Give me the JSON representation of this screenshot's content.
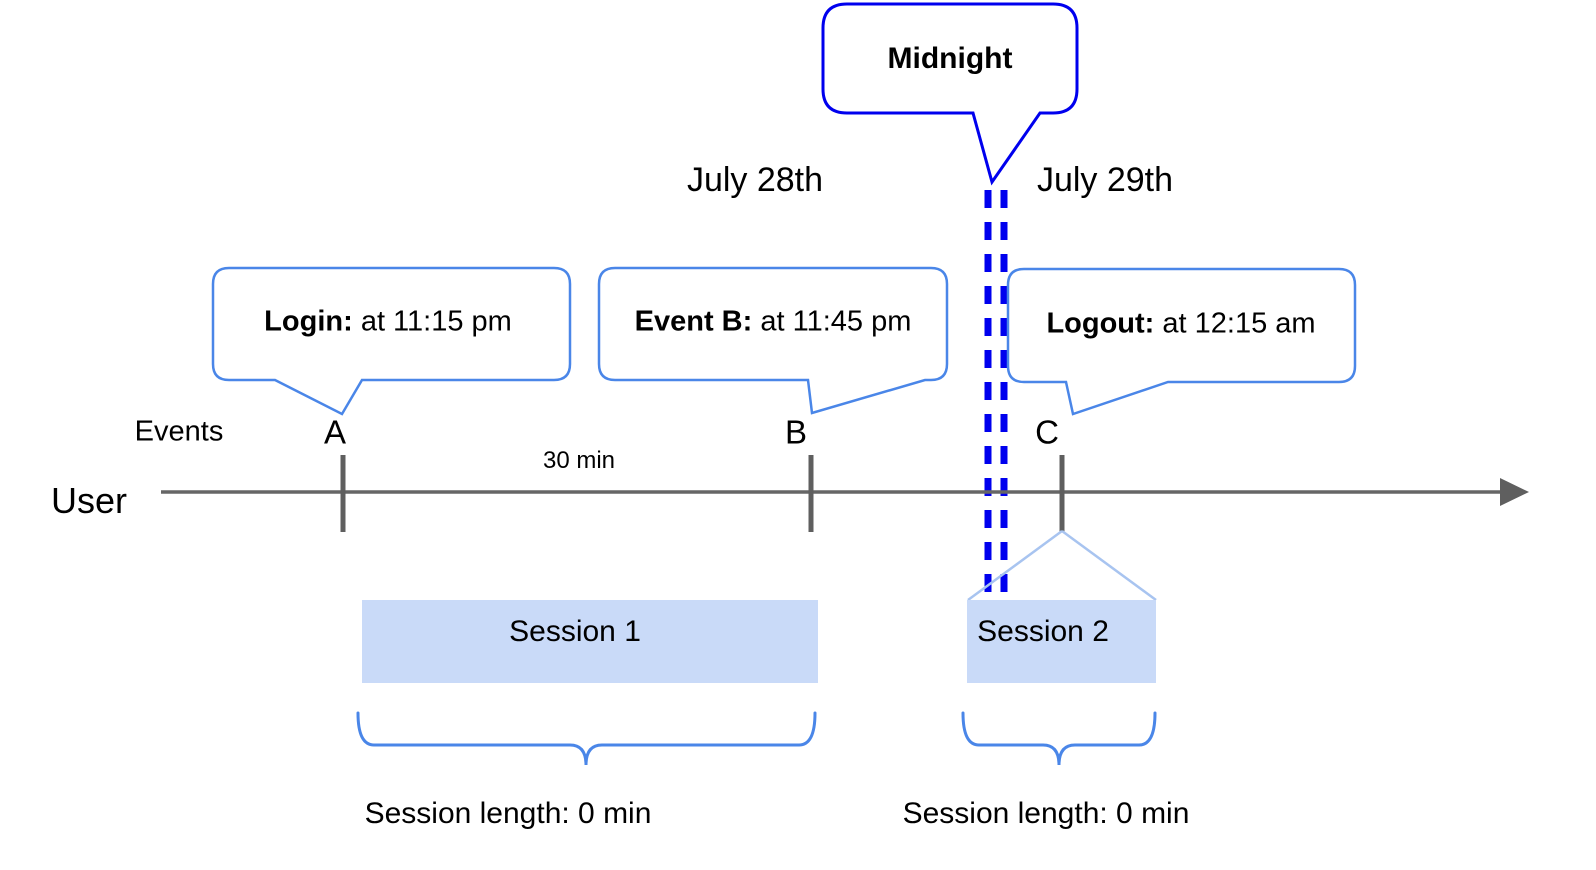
{
  "diagram": {
    "title": "User session timeline across midnight",
    "colors": {
      "midnight_blue": "#0000ee",
      "callout_blue": "#4a86e8",
      "session_fill": "#c9daf8",
      "session_edge": "#a8c4f0",
      "axis_gray": "#666666",
      "tick_gray": "#5f5f5f",
      "text_black": "#000000"
    },
    "midnight_callout": {
      "label": "Midnight"
    },
    "dates": [
      {
        "label": "July 28th"
      },
      {
        "label": "July 29th"
      }
    ],
    "event_callouts": [
      {
        "bold": "Login:",
        "rest": " at 11:15 pm"
      },
      {
        "bold": "Event B:",
        "rest": " at 11:45 pm"
      },
      {
        "bold": "Logout:",
        "rest": " at 12:15 am"
      }
    ],
    "row_labels": {
      "events": "Events",
      "user": "User"
    },
    "ticks": [
      {
        "label": "A"
      },
      {
        "label": "B"
      },
      {
        "label": "C"
      }
    ],
    "gap_label": "30 min",
    "sessions": [
      {
        "label": "Session 1",
        "length_label": "Session length: 0 min"
      },
      {
        "label": "Session 2",
        "length_label": "Session length: 0 min"
      }
    ]
  }
}
